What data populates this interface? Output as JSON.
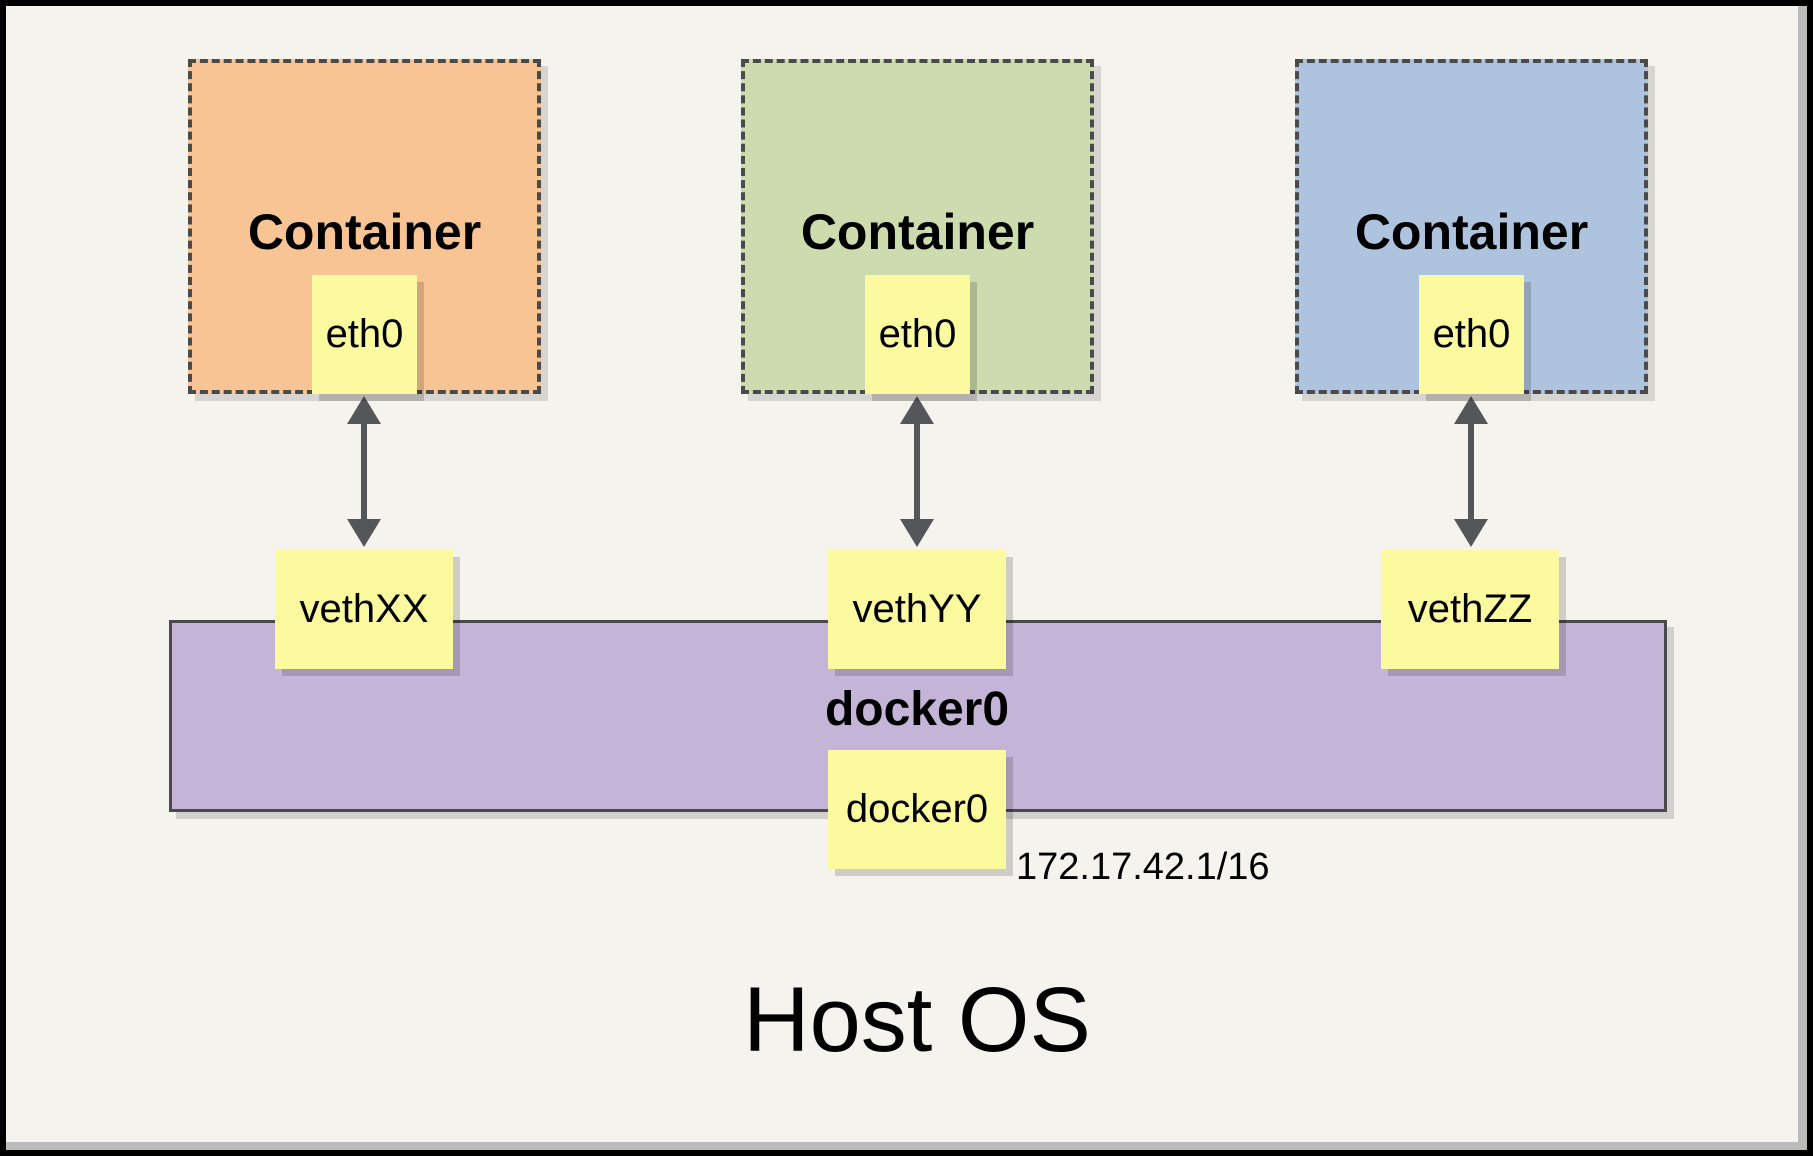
{
  "diagram": {
    "host_os_label": "Host OS",
    "containers": [
      {
        "title": "Container",
        "interface_label": "eth0",
        "veth_label": "vethXX",
        "fill": "#F9C494"
      },
      {
        "title": "Container",
        "interface_label": "eth0",
        "veth_label": "vethYY",
        "fill": "#CCDCAE"
      },
      {
        "title": "Container",
        "interface_label": "eth0",
        "veth_label": "vethZZ",
        "fill": "#AEC3DE"
      }
    ],
    "bridge": {
      "name_label": "docker0",
      "interface_label": "docker0",
      "ip_address": "172.17.42.1/16",
      "fill": "#C4B5D8"
    },
    "colors": {
      "page_background": "#F5F3EE",
      "note_box_fill": "#FBFA9E",
      "dashed_border": "#4A4A4A",
      "arrow": "#55565A",
      "text": "#000000"
    }
  }
}
